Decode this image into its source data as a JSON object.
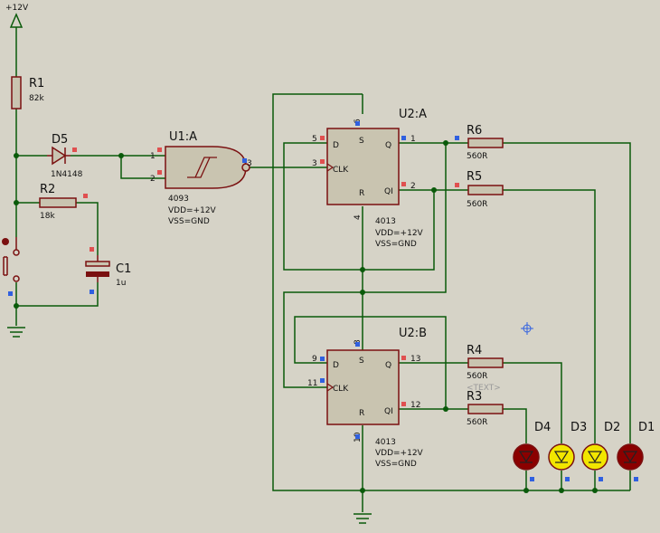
{
  "power": {
    "label": "+12V"
  },
  "components": {
    "R1": {
      "ref": "R1",
      "value": "82k"
    },
    "R2": {
      "ref": "R2",
      "value": "18k"
    },
    "R3": {
      "ref": "R3",
      "value": "560R"
    },
    "R4": {
      "ref": "R4",
      "value": "560R",
      "extra": "<TEXT>"
    },
    "R5": {
      "ref": "R5",
      "value": "560R"
    },
    "R6": {
      "ref": "R6",
      "value": "560R"
    },
    "D5": {
      "ref": "D5",
      "value": "1N4148"
    },
    "C1": {
      "ref": "C1",
      "value": "1u"
    },
    "U1": {
      "ref": "U1:A",
      "part": "4093",
      "vdd": "VDD=+12V",
      "vss": "VSS=GND",
      "pins": {
        "in1": "1",
        "in2": "2",
        "out": "3"
      }
    },
    "U2A": {
      "ref": "U2:A",
      "part": "4013",
      "vdd": "VDD=+12V",
      "vss": "VSS=GND",
      "labels": {
        "d": "D",
        "clk": "CLK",
        "s": "S",
        "r": "R",
        "q": "Q",
        "qi": "QI"
      },
      "pins": {
        "d": "5",
        "clk": "3",
        "s": "6",
        "r": "4",
        "q": "1",
        "qi": "2"
      }
    },
    "U2B": {
      "ref": "U2:B",
      "part": "4013",
      "vdd": "VDD=+12V",
      "vss": "VSS=GND",
      "labels": {
        "d": "D",
        "clk": "CLK",
        "s": "S",
        "r": "R",
        "q": "Q",
        "qi": "QI"
      },
      "pins": {
        "d": "9",
        "clk": "11",
        "s": "8",
        "r": "10",
        "q": "13",
        "qi": "12"
      }
    },
    "D4": {
      "ref": "D4",
      "color": "#8b0000"
    },
    "D3": {
      "ref": "D3",
      "color": "#f2e600"
    },
    "D2": {
      "ref": "D2",
      "color": "#f2e600"
    },
    "D1": {
      "ref": "D1",
      "color": "#8b0000"
    }
  },
  "colors": {
    "background": "#d6d3c7",
    "wire": "#0a5a0a",
    "component": "#7a1010",
    "pin_marker_red": "#e05050",
    "pin_marker_blue": "#3060e0"
  }
}
